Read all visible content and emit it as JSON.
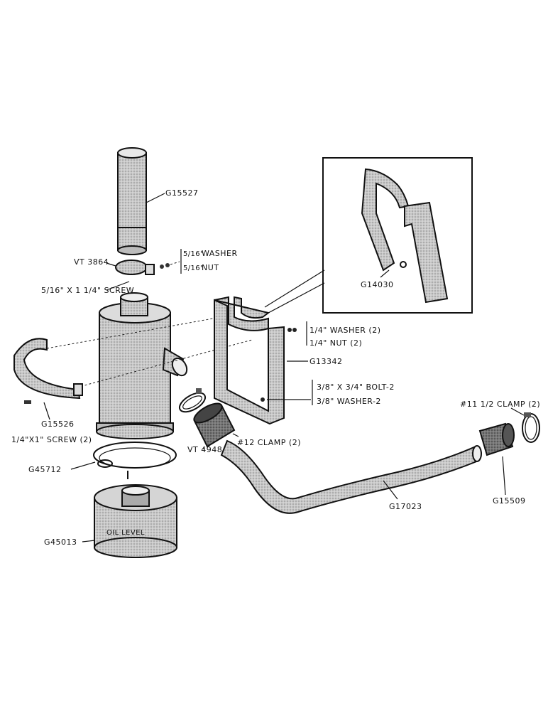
{
  "labels": {
    "g15527": "G15527",
    "vt3864": "VT 3864",
    "washer_top_size": "5/16\"",
    "washer_top": "WASHER",
    "nut_top_size": "5/16\"",
    "nut_top": "NUT",
    "screw_top": "5/16\" X 1 1/4\" SCREW",
    "g14030": "G14030",
    "washer_2": "1/4\" WASHER (2)",
    "nut_2": "1/4\" NUT (2)",
    "g13342": "G13342",
    "bolt_2": "3/8\" X 3/4\" BOLT-2",
    "washer_bolt": "3/8\" WASHER-2",
    "g15526": "G15526",
    "screw_2": "1/4\"X1\" SCREW (2)",
    "clamp12": "#12 CLAMP (2)",
    "clamp11": "#11 1/2 CLAMP (2)",
    "g45712": "G45712",
    "vt4948": "VT 4948",
    "g17023": "G17023",
    "g15509": "G15509",
    "g45013": "G45013",
    "oil_level": "OIL LEVEL"
  }
}
